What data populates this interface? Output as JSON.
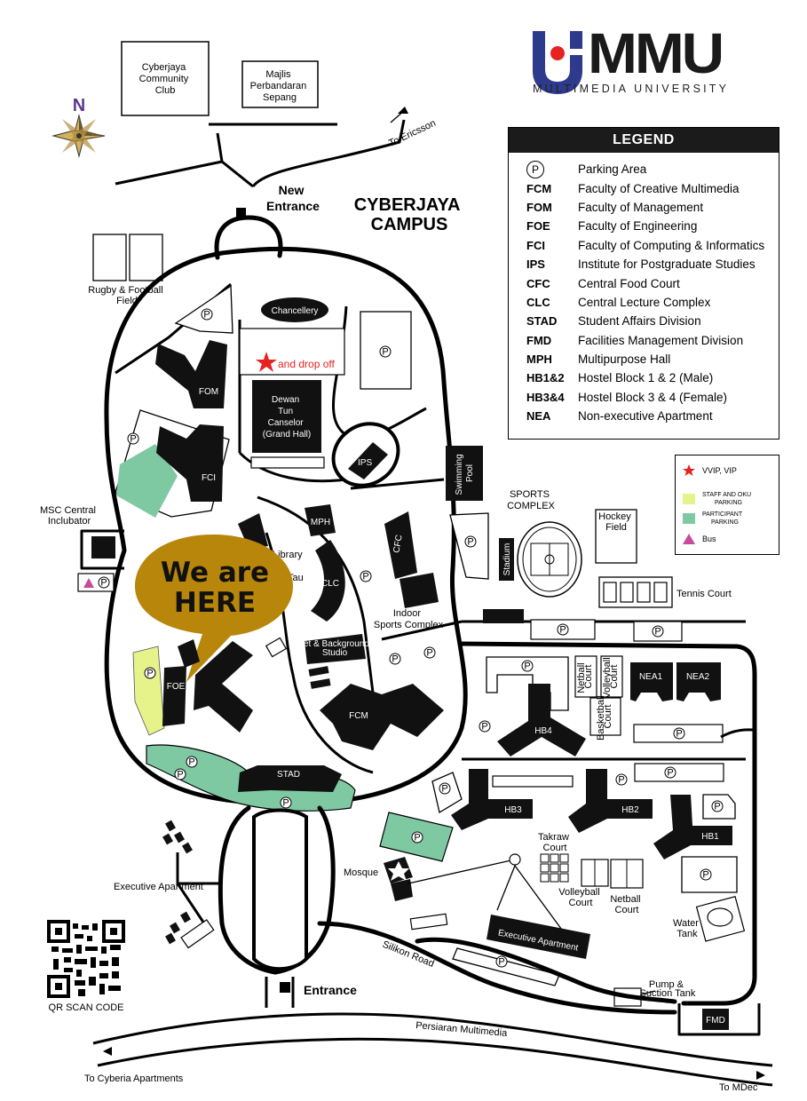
{
  "campus": {
    "title_line1": "CYBERJAYA",
    "title_line2": "CAMPUS"
  },
  "logo": {
    "name": "MMU",
    "subtitle": "MULTIMEDIA UNIVERSITY",
    "icon": "mmu-logo-icon",
    "brand_color": "#2e3a8c",
    "accent_color": "#e52320"
  },
  "compass": {
    "label": "N"
  },
  "legend": {
    "title": "LEGEND",
    "parking": {
      "symbol": "P",
      "label": "Parking Area"
    },
    "items": [
      {
        "code": "FCM",
        "label": "Faculty of Creative Multimedia"
      },
      {
        "code": "FOM",
        "label": "Faculty of Management"
      },
      {
        "code": "FOE",
        "label": "Faculty of Engineering"
      },
      {
        "code": "FCI",
        "label": "Faculty of Computing & Informatics"
      },
      {
        "code": "IPS",
        "label": "Institute for Postgraduate Studies"
      },
      {
        "code": "CFC",
        "label": "Central Food Court"
      },
      {
        "code": "CLC",
        "label": "Central Lecture Complex"
      },
      {
        "code": "STAD",
        "label": "Student Affairs Division"
      },
      {
        "code": "FMD",
        "label": "Facilities Management Division"
      },
      {
        "code": "MPH",
        "label": "Multipurpose Hall"
      },
      {
        "code": "HB1&2",
        "label": "Hostel Block 1 & 2 (Male)"
      },
      {
        "code": "HB3&4",
        "label": "Hostel Block 3 & 4 (Female)"
      },
      {
        "code": "NEA",
        "label": "Non-executive Apartment"
      }
    ]
  },
  "key": {
    "vip": {
      "label": "VVIP, VIP",
      "color": "#e52320"
    },
    "staff": {
      "label1": "STAFF AND OKU",
      "label2": "PARKING",
      "color": "#e6f28a"
    },
    "participant": {
      "label1": "PARTICIPANT",
      "label2": "PARKING",
      "color": "#7fc9a2"
    },
    "bus": {
      "label": "Bus",
      "color": "#c64b9a"
    }
  },
  "bubble": {
    "line1": "We are",
    "line2": "HERE",
    "color": "#b8860b"
  },
  "places": {
    "community_club": [
      "Cyberjaya",
      "Community",
      "Club"
    ],
    "majlis": [
      "Majlis",
      "Perbandaran",
      "Sepang"
    ],
    "to_ericsson": "To Ericsson",
    "new_entrance": [
      "New",
      "Entrance"
    ],
    "rugby": [
      "Rugby & Football",
      "Field"
    ],
    "chancellery": "Chancellery",
    "drop_off": "and drop off",
    "dewan": [
      "Dewan",
      "Tun",
      "Canselor",
      "(Grand Hall)"
    ],
    "fom": "FOM",
    "fci": "FCI",
    "ips": "IPS",
    "swimming_pool": [
      "Swimming",
      "Pool"
    ],
    "sports_complex": [
      "SPORTS",
      "COMPLEX"
    ],
    "hockey": [
      "Hockey",
      "Field"
    ],
    "stadium": "Stadium",
    "tennis": "Tennis Court",
    "msc": [
      "MSC Central",
      "Inclubator"
    ],
    "library": "Library",
    "tau": "e Tau",
    "mph": "MPH",
    "clc": "CLC",
    "cfc": "CFC",
    "indoor": [
      "Indoor",
      "Sports Complex"
    ],
    "set_bg": [
      "Set & Background",
      "Studio"
    ],
    "foe": "FOE",
    "fcm": "FCM",
    "stad": "STAD",
    "nea1": "NEA1",
    "nea2": "NEA2",
    "netball_v": [
      "Netball",
      "Court"
    ],
    "volleyball_v": [
      "Volleyball",
      "Court"
    ],
    "basketball_v": [
      "Basketball",
      "Court"
    ],
    "hb4": "HB4",
    "hb3": "HB3",
    "hb2": "HB2",
    "hb1": "HB1",
    "takraw": [
      "Takraw",
      "Court"
    ],
    "volleyball": [
      "Volleyball",
      "Court"
    ],
    "netball": [
      "Netball",
      "Court"
    ],
    "mosque": "Mosque",
    "executive_apartment": "Executive Apartment",
    "executive_apartment_2": "Executive Apartment",
    "water_tank": [
      "Water",
      "Tank"
    ],
    "pump": [
      "Pump &",
      "Suction Tank"
    ],
    "fmd": "FMD",
    "silikon_road": "Silikon Road",
    "persiaran": "Persiaran Multimedia",
    "entrance": "Entrance",
    "to_cyberia": "To Cyberia Apartments",
    "to_mdec": "To MDec",
    "qr": "QR SCAN CODE"
  },
  "parking_symbol": "P"
}
